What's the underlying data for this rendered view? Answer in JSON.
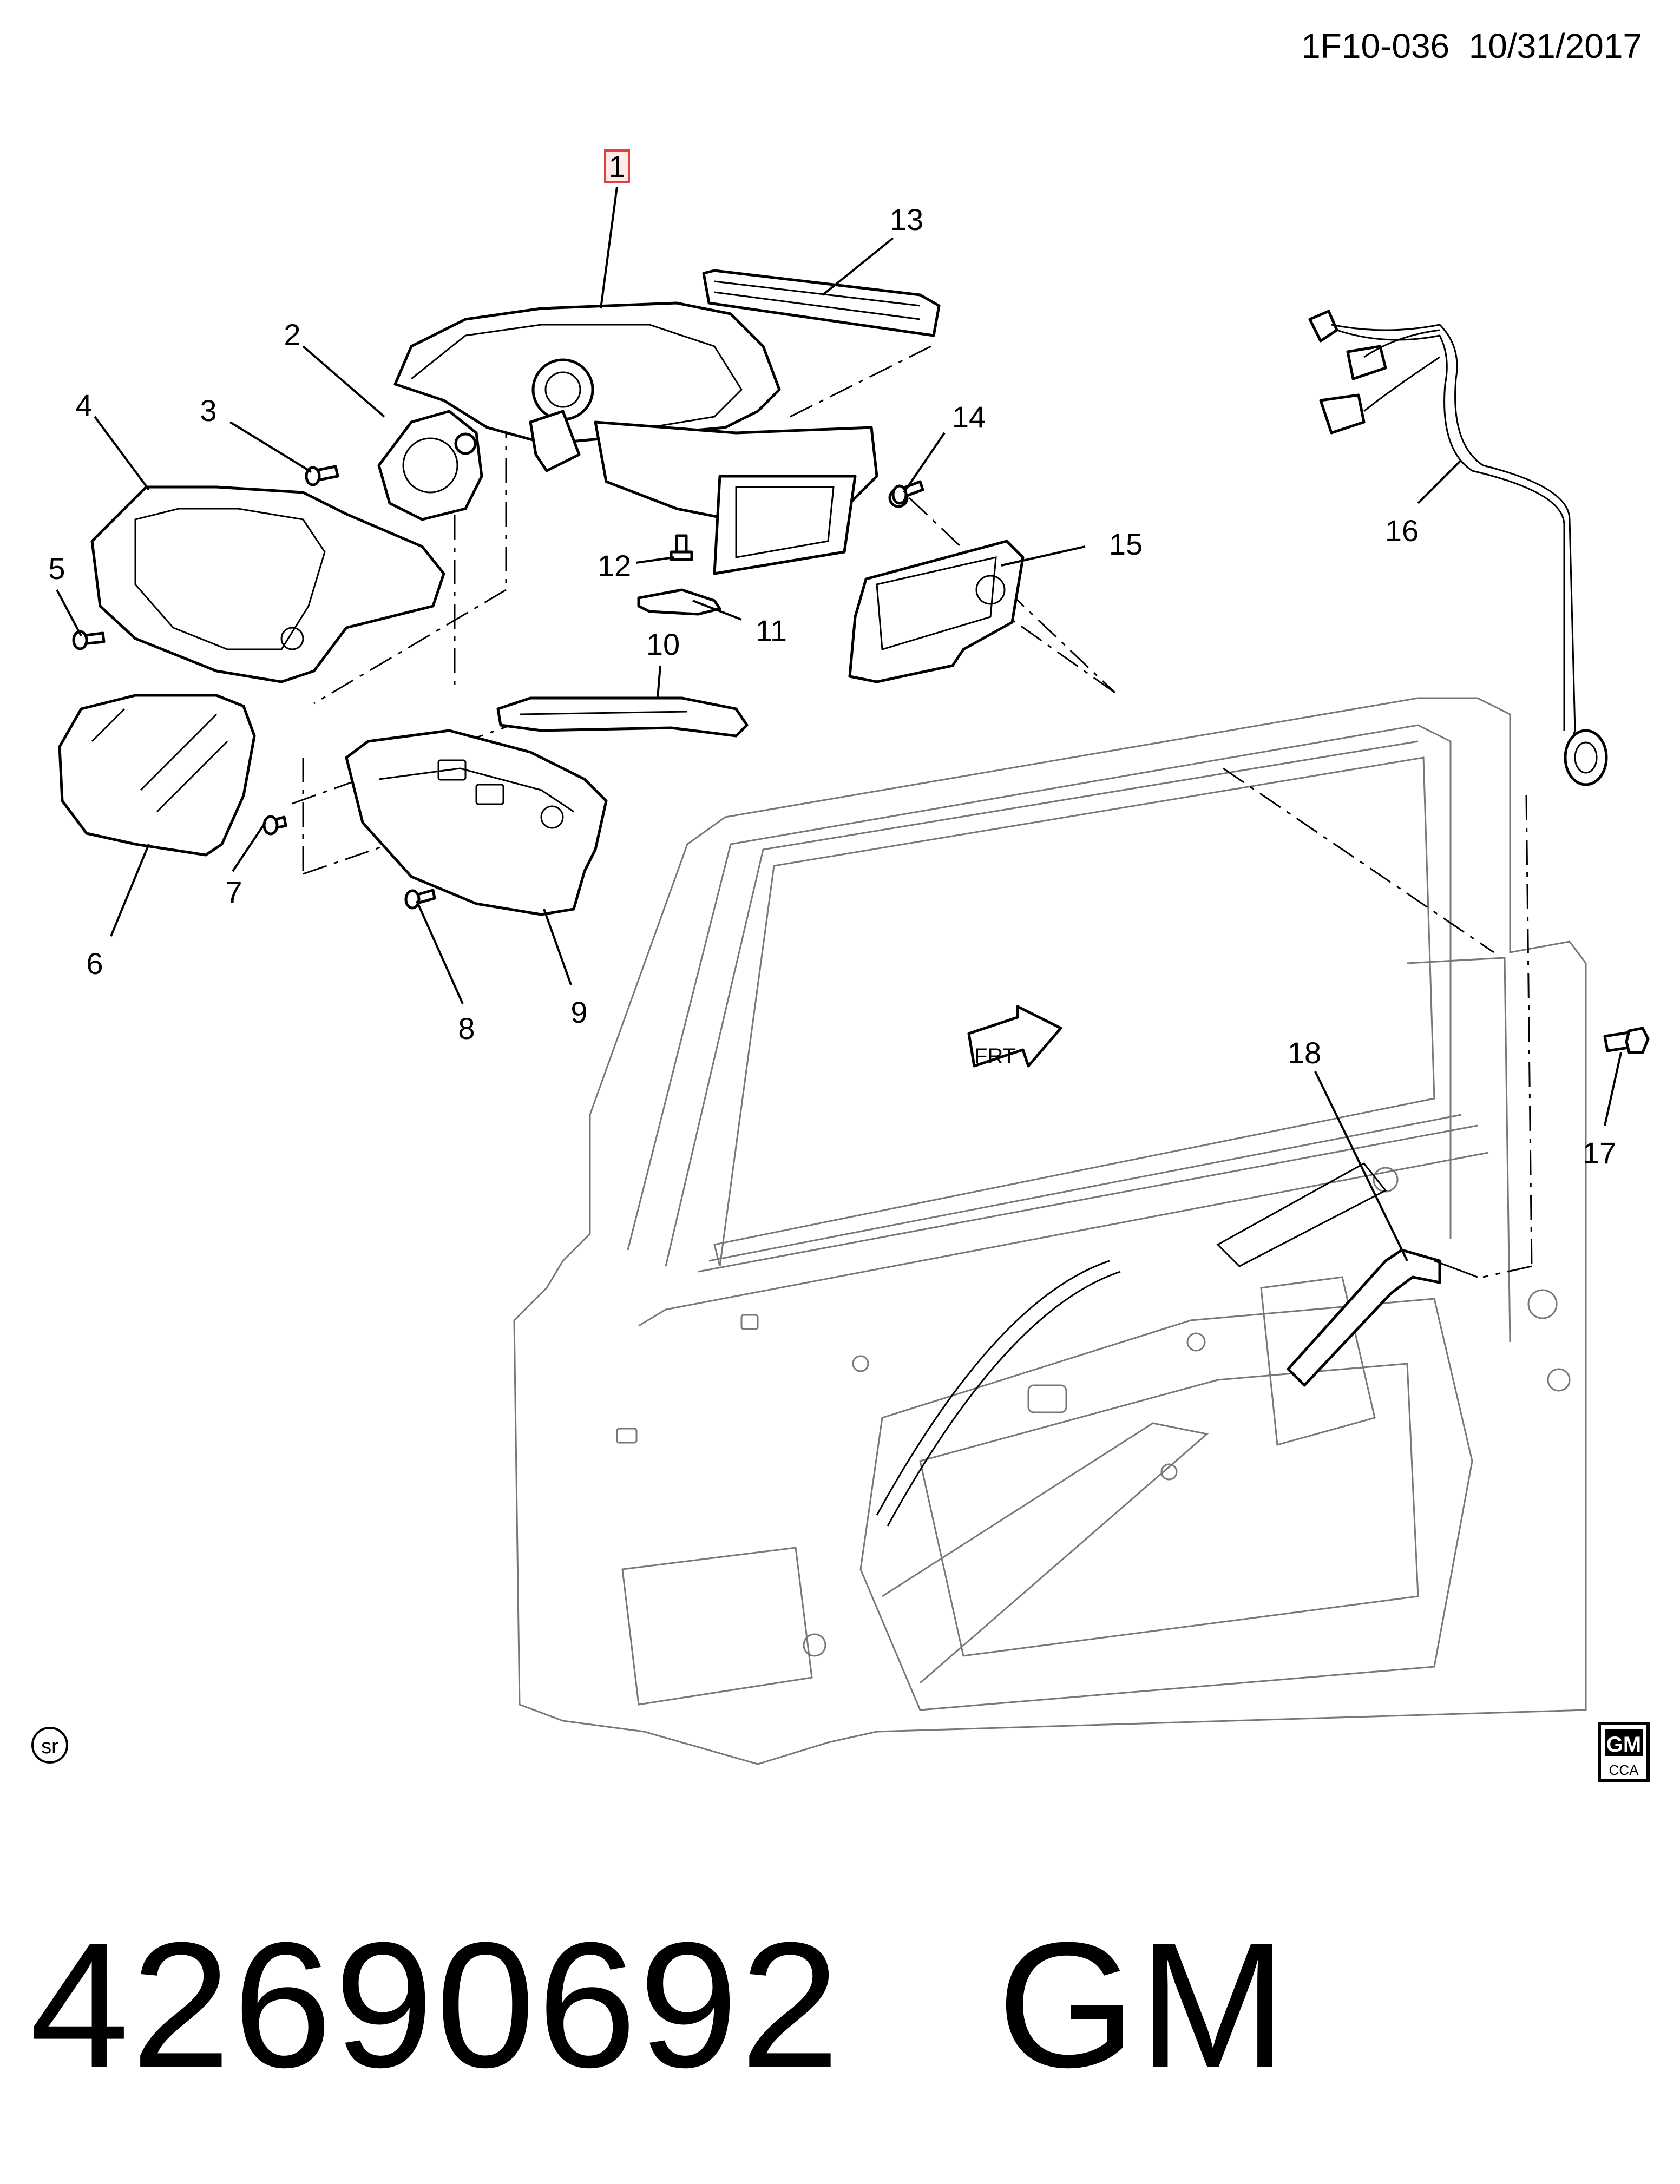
{
  "header": {
    "drawing_id": "1F10-036",
    "date": "10/31/2017"
  },
  "diagram": {
    "highlighted_callout": "1",
    "highlight_color": "#e04040",
    "callouts": [
      "1",
      "2",
      "3",
      "4",
      "5",
      "6",
      "7",
      "8",
      "9",
      "10",
      "11",
      "12",
      "13",
      "14",
      "15",
      "16",
      "17",
      "18"
    ],
    "direction_arrow_label": "FRT",
    "sr_symbol": "sr",
    "logo": {
      "brand": "GM",
      "sub": "CCA"
    }
  },
  "footer": {
    "part_number": "42690692",
    "brand": "GM"
  }
}
